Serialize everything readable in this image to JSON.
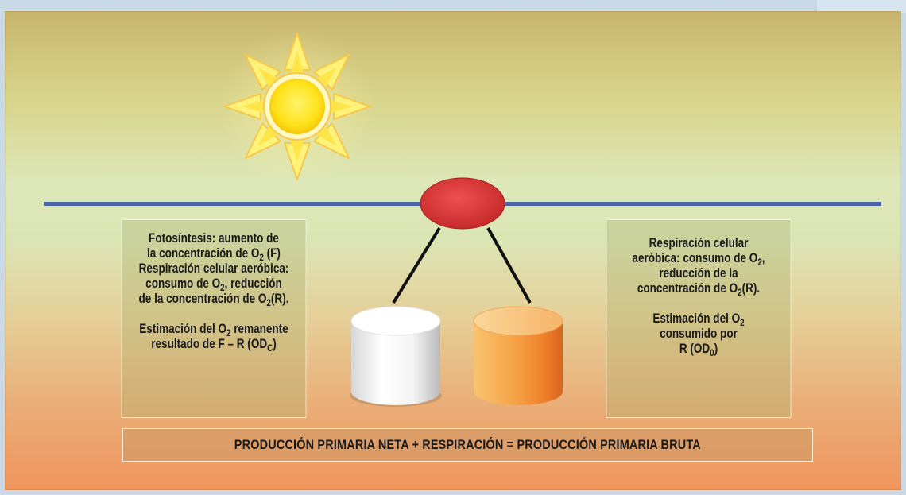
{
  "left_box": {
    "l1": "Fotosíntesis: aumento de",
    "l2a": "la concentración de O",
    "l2sub": "2",
    "l2b": " (F)",
    "l3": "Respiración celular aeróbica:",
    "l4a": "consumo de O",
    "l4sub": "2",
    "l4b": ", reducción",
    "l5a": "de la concentración de O",
    "l5sub": "2",
    "l5b": "(R).",
    "l6a": "Estimación del O",
    "l6sub": "2",
    "l6b": " remanente",
    "l7a": "resultado de F – R (OD",
    "l7sub": "C",
    "l7b": ")"
  },
  "right_box": {
    "l1": "Respiración celular",
    "l2a": "aeróbica: consumo de O",
    "l2sub": "2",
    "l2b": ",",
    "l3": "reducción de la",
    "l4a": "concentración de O",
    "l4sub": "2",
    "l4b": "(R).",
    "l5a": "Estimación del O",
    "l5sub": "2",
    "l6": "consumido por",
    "l7a": "R (OD",
    "l7sub": "0",
    "l7b": ")"
  },
  "formula": "PRODUCCIÓN PRIMARIA NETA + RESPIRACIÓN = PRODUCCIÓN PRIMARIA BRUTA",
  "colors": {
    "water_line": "#4a62a8",
    "buoy": "#d93a3a",
    "sun_core": "#ffe21a",
    "sun_ray": "#fff27a",
    "light_bottle": "#ffffff",
    "dark_bottle": "#f39a3e"
  },
  "icons": {
    "sun": "sun-icon",
    "buoy": "buoy-icon",
    "light_bottle": "light-bottle-icon",
    "dark_bottle": "dark-bottle-icon"
  }
}
